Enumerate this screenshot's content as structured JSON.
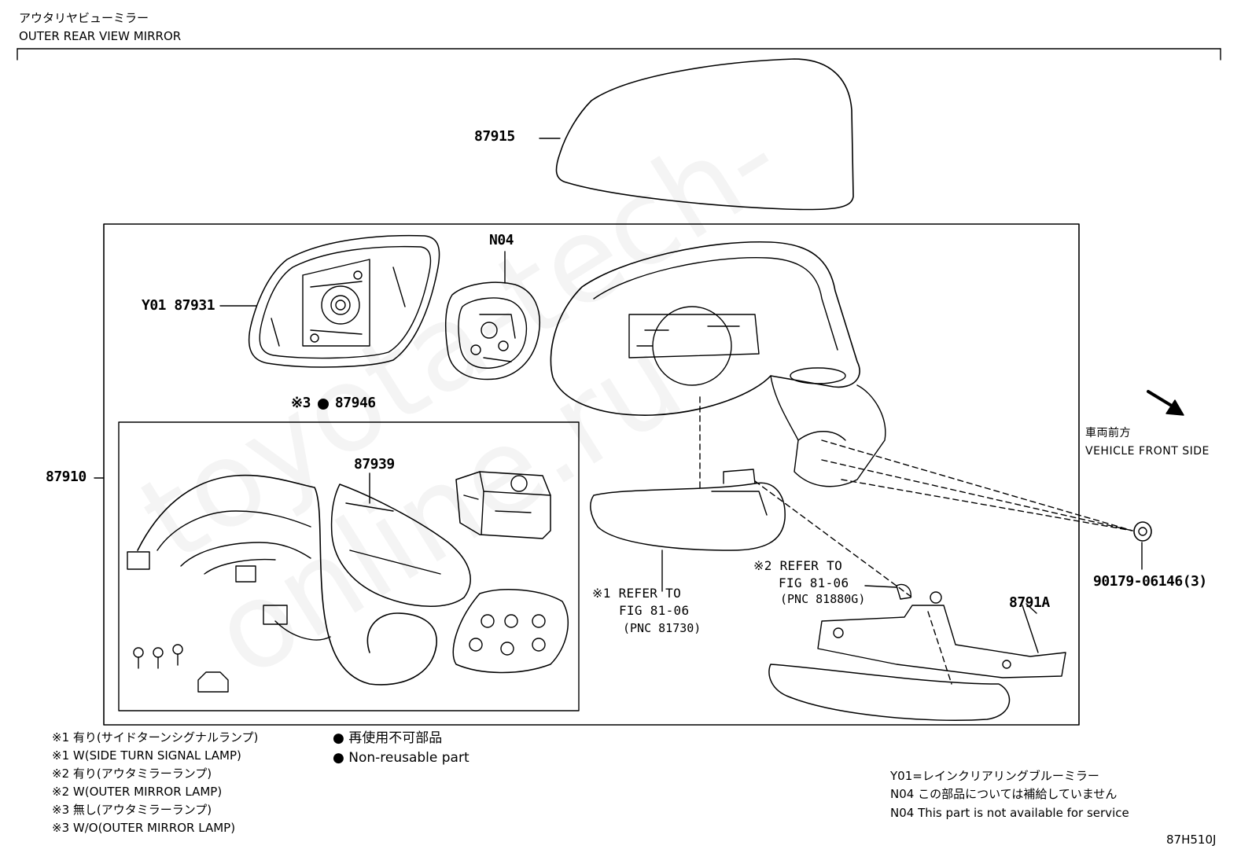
{
  "header": {
    "title_jp": "アウタリヤビューミラー",
    "title_en": "OUTER REAR VIEW MIRROR"
  },
  "parts": {
    "cover": "87915",
    "mirror_glass": "Y01 87931",
    "motor": "N04",
    "wire_kit": "※3 ● 87946",
    "assembly": "87910",
    "housing_cover": "87939",
    "lamp_unit": "8791A",
    "clip": "90179-06146(3)"
  },
  "references": {
    "ref1_line1": "※1 REFER TO",
    "ref1_line2": "FIG 81-06",
    "ref1_line3": "(PNC 81730)",
    "ref2_line1": "※2 REFER TO",
    "ref2_line2": "FIG 81-06",
    "ref2_line3": "(PNC 81880G)"
  },
  "vehicle": {
    "front_jp": "車両前方",
    "front_en": "VEHICLE FRONT SIDE"
  },
  "notes": [
    "※1 有り(サイドターンシグナルランプ)",
    "※1 W(SIDE TURN SIGNAL LAMP)",
    "※2 有り(アウタミラーランプ)",
    "※2 W(OUTER MIRROR LAMP)",
    "※3 無し(アウタミラーランプ)",
    "※3 W/O(OUTER MIRROR LAMP)"
  ],
  "legend": {
    "non_reusable_jp": "● 再使用不可部品",
    "non_reusable_en": "● Non-reusable part"
  },
  "footnotes": {
    "y01": "Y01=レインクリアリングブルーミラー",
    "n04_jp": "N04 この部品については補給していません",
    "n04_en": "N04 This part is not available for service"
  },
  "diagram_code": "87H510J",
  "watermark": "toyota-tech-online.ru"
}
